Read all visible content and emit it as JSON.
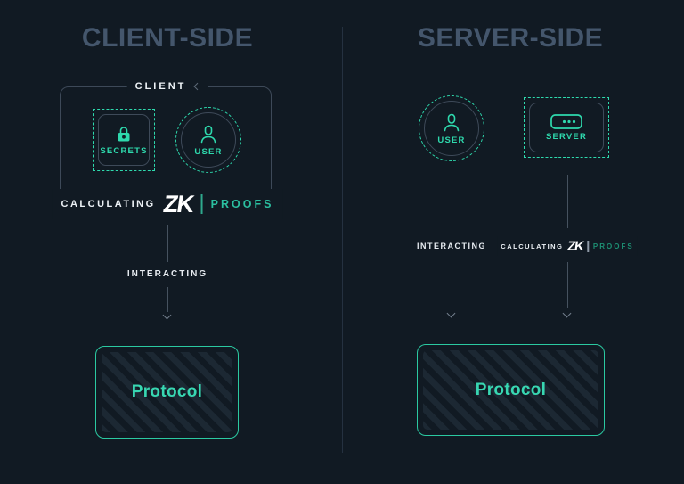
{
  "colors": {
    "background": "#111a23",
    "accent_teal": "#2ed9ad",
    "heading_slate": "#44566c",
    "line_gray": "#3d4958",
    "arrow_gray": "#46525f",
    "protocol_border": "#2bc9a1",
    "protocol_text": "#38d7b2",
    "proofs_left": "#2bbfa0",
    "proofs_right": "#1d8f73",
    "white_text": "#edf2f6"
  },
  "left": {
    "heading": "CLIENT-SIDE",
    "group_label": "CLIENT",
    "nodes": [
      {
        "label": "SECRETS",
        "icon": "lock-icon"
      },
      {
        "label": "USER",
        "icon": "user-icon"
      }
    ],
    "calc": {
      "calculating": "CALCULATING",
      "logo": "ZK",
      "proofs": "PROOFS"
    },
    "flow_label": "INTERACTING",
    "protocol_label": "Protocol"
  },
  "right": {
    "heading": "SERVER-SIDE",
    "nodes": [
      {
        "label": "USER",
        "icon": "user-icon"
      },
      {
        "label": "SERVER",
        "icon": "server-icon"
      }
    ],
    "flow_interacting_label": "INTERACTING",
    "calc": {
      "calculating": "CALCULATING",
      "logo": "ZK",
      "proofs": "PROOFS"
    },
    "protocol_label": "Protocol"
  }
}
